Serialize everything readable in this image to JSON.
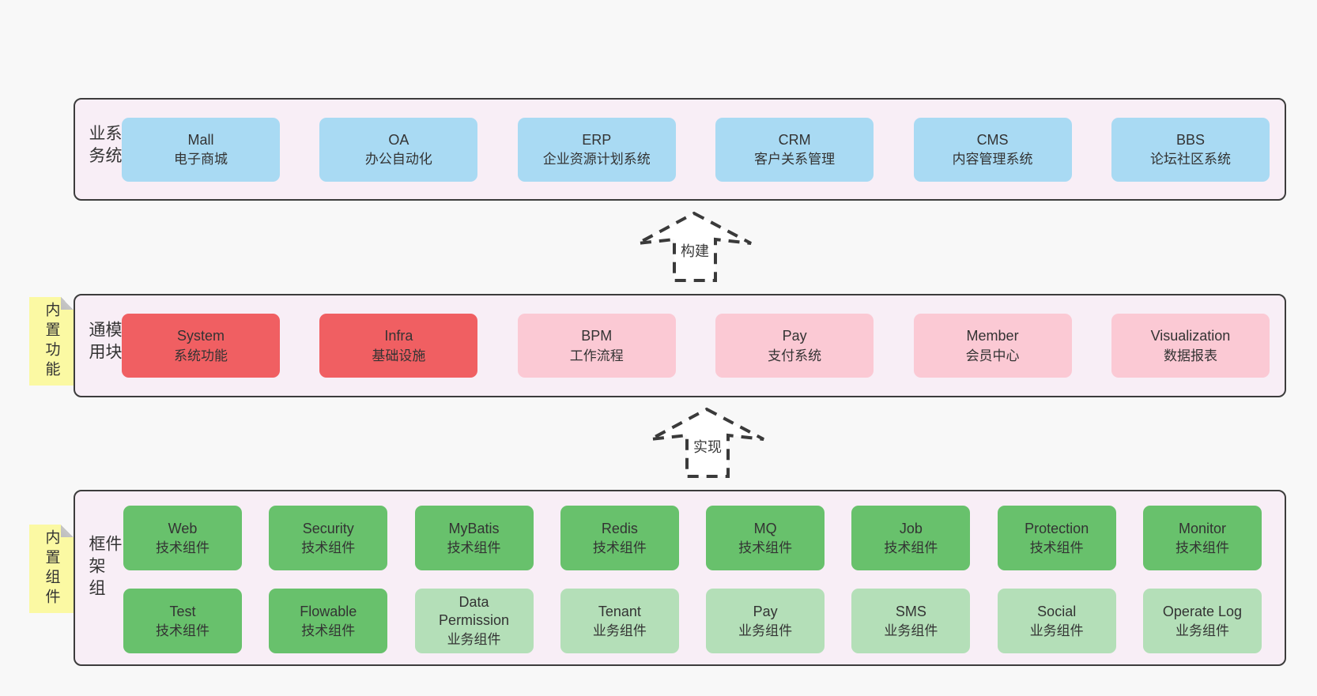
{
  "page": {
    "background": "#f8f8f8",
    "container_background": "#f8eef6",
    "border_color": "#3c3c3c"
  },
  "colors": {
    "blue_box": "#a9daf3",
    "red_box": "#f05f62",
    "pink_box": "#fbc9d4",
    "green_box": "#68c16c",
    "light_green_box": "#b4dfb8",
    "note_yellow": "#fbf9a3",
    "text": "#333333"
  },
  "arrows": [
    {
      "label": "构建"
    },
    {
      "label": "实现"
    }
  ],
  "layers": [
    {
      "title": "业务系统",
      "boxes": [
        {
          "en": "Mall",
          "zh": "电子商城"
        },
        {
          "en": "OA",
          "zh": "办公自动化"
        },
        {
          "en": "ERP",
          "zh": "企业资源计划系统"
        },
        {
          "en": "CRM",
          "zh": "客户关系管理"
        },
        {
          "en": "CMS",
          "zh": "内容管理系统"
        },
        {
          "en": "BBS",
          "zh": "论坛社区系统"
        }
      ]
    },
    {
      "title": "通用模块",
      "note": "内置功能",
      "boxes": [
        {
          "en": "System",
          "zh": "系统功能",
          "variant": "red"
        },
        {
          "en": "Infra",
          "zh": "基础设施",
          "variant": "red"
        },
        {
          "en": "BPM",
          "zh": "工作流程",
          "variant": "pink"
        },
        {
          "en": "Pay",
          "zh": "支付系统",
          "variant": "pink"
        },
        {
          "en": "Member",
          "zh": "会员中心",
          "variant": "pink"
        },
        {
          "en": "Visualization",
          "zh": "数据报表",
          "variant": "pink"
        }
      ]
    },
    {
      "title": "框架组件",
      "note": "内置组件",
      "rows": [
        [
          {
            "en": "Web",
            "zh": "技术组件",
            "variant": "green"
          },
          {
            "en": "Security",
            "zh": "技术组件",
            "variant": "green"
          },
          {
            "en": "MyBatis",
            "zh": "技术组件",
            "variant": "green"
          },
          {
            "en": "Redis",
            "zh": "技术组件",
            "variant": "green"
          },
          {
            "en": "MQ",
            "zh": "技术组件",
            "variant": "green"
          },
          {
            "en": "Job",
            "zh": "技术组件",
            "variant": "green"
          },
          {
            "en": "Protection",
            "zh": "技术组件",
            "variant": "green"
          },
          {
            "en": "Monitor",
            "zh": "技术组件",
            "variant": "green"
          }
        ],
        [
          {
            "en": "Test",
            "zh": "技术组件",
            "variant": "green"
          },
          {
            "en": "Flowable",
            "zh": "技术组件",
            "variant": "green"
          },
          {
            "en": "Data Permission",
            "zh": "业务组件",
            "variant": "lightgreen"
          },
          {
            "en": "Tenant",
            "zh": "业务组件",
            "variant": "lightgreen"
          },
          {
            "en": "Pay",
            "zh": "业务组件",
            "variant": "lightgreen"
          },
          {
            "en": "SMS",
            "zh": "业务组件",
            "variant": "lightgreen"
          },
          {
            "en": "Social",
            "zh": "业务组件",
            "variant": "lightgreen"
          },
          {
            "en": "Operate Log",
            "zh": "业务组件",
            "variant": "lightgreen"
          }
        ]
      ]
    }
  ]
}
